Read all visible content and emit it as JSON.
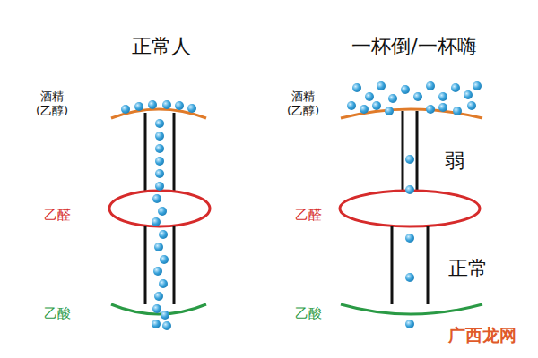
{
  "diagram": {
    "labels": [
      "正常人",
      "一杯倒/一杯嗨",
      "酒精 (乙醇)",
      "乙醛",
      "乙酸",
      "酒精 (乙醇)",
      "乙醛",
      "乙酸",
      "弱",
      "正常",
      "广西龙网"
    ]
  }
}
